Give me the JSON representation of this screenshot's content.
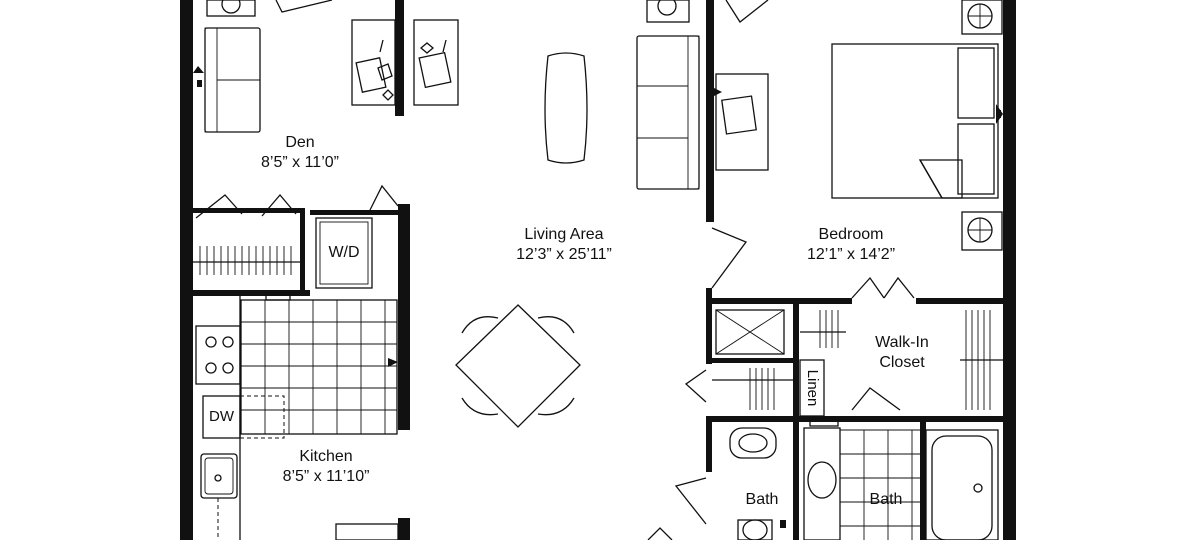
{
  "rooms": {
    "den": {
      "name": "Den",
      "size": "8’5” x 11’0”"
    },
    "living": {
      "name": "Living Area",
      "size": "12’3” x 25’11”"
    },
    "bedroom": {
      "name": "Bedroom",
      "size": "12’1” x 14’2”"
    },
    "kitchen": {
      "name": "Kitchen",
      "size": "8’5” x 11’10”"
    },
    "closet": {
      "line1": "Walk-In",
      "line2": "Closet"
    },
    "bath_left": {
      "name": "Bath"
    },
    "bath_right": {
      "name": "Bath"
    }
  },
  "fixtures": {
    "washer_dryer": "W/D",
    "dishwasher": "DW",
    "linen": "Linen"
  }
}
